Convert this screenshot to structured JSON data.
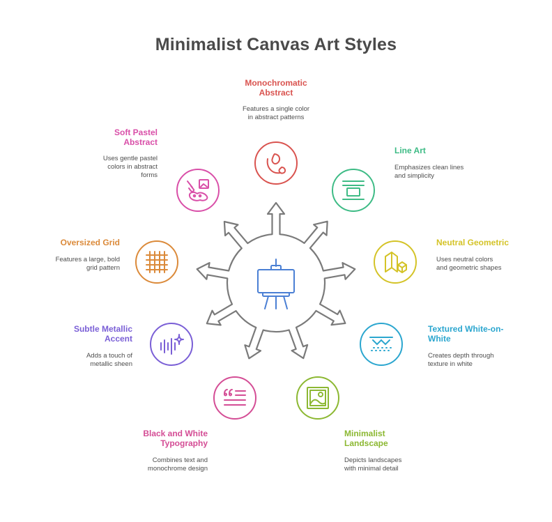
{
  "title": "Minimalist Canvas Art Styles",
  "items": [
    {
      "key": "monochromatic",
      "title": "Monochromatic\nAbstract",
      "desc": "Features a single color\nin abstract patterns",
      "color": "#d9534f",
      "icon": "paint-drops-icon"
    },
    {
      "key": "line-art",
      "title": "Line Art",
      "desc": "Emphasizes clean lines\nand simplicity",
      "color": "#3dbb85",
      "icon": "lines-frame-icon"
    },
    {
      "key": "neutral-geometric",
      "title": "Neutral Geometric",
      "desc": "Uses neutral colors\nand geometric shapes",
      "color": "#d4c327",
      "icon": "geometric-cube-icon"
    },
    {
      "key": "textured-white",
      "title": "Textured White-on-\nWhite",
      "desc": "Creates depth through\ntexture in white",
      "color": "#2ba6cf",
      "icon": "texture-pattern-icon"
    },
    {
      "key": "minimalist-landscape",
      "title": "Minimalist\nLandscape",
      "desc": "Depicts landscapes\nwith minimal detail",
      "color": "#8cb832",
      "icon": "landscape-picture-icon"
    },
    {
      "key": "bw-typography",
      "title": "Black and White\nTypography",
      "desc": "Combines text and\nmonochrome design",
      "color": "#d44d95",
      "icon": "quote-text-icon"
    },
    {
      "key": "subtle-metallic",
      "title": "Subtle Metallic\nAccent",
      "desc": "Adds a touch of\nmetallic sheen",
      "color": "#7a5fd6",
      "icon": "sparkle-waveform-icon"
    },
    {
      "key": "oversized-grid",
      "title": "Oversized Grid",
      "desc": "Features a large, bold\ngrid pattern",
      "color": "#db8a3a",
      "icon": "grid-icon"
    },
    {
      "key": "soft-pastel",
      "title": "Soft Pastel\nAbstract",
      "desc": "Uses gentle pastel\ncolors in abstract\nforms",
      "color": "#d94fa8",
      "icon": "paintbrush-picture-icon"
    }
  ],
  "center": {
    "icon": "easel-icon",
    "color": "#4a7fd4",
    "stroke": "#7a7a7a"
  }
}
